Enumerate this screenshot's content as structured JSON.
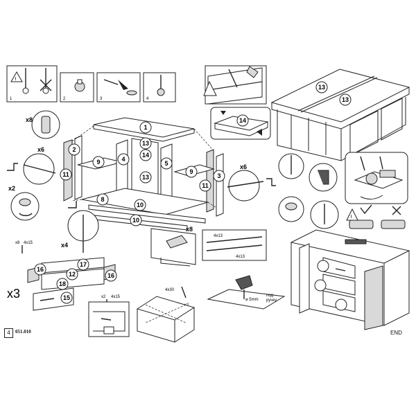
{
  "footer": {
    "page_number": "4",
    "code": "051.010",
    "end_label": "END"
  },
  "steps": {
    "step1": "1",
    "step2": "2",
    "step3": "3",
    "step4": "4"
  },
  "callouts": {
    "p1": "1",
    "p2": "2",
    "p3": "3",
    "p4": "4",
    "p5": "5",
    "p8": "8",
    "p9a": "9",
    "p9b": "9",
    "p10a": "10",
    "p10b": "10",
    "p11a": "11",
    "p11b": "11",
    "p12": "12",
    "p13a": "13",
    "p13b": "13",
    "p13c": "13",
    "p13d": "13",
    "p14a": "14",
    "p14b": "14",
    "p15": "15",
    "p16a": "16",
    "p16b": "16",
    "p17": "17",
    "p18": "18"
  },
  "quantities": {
    "x8_dowel": "x8",
    "x6_left": "x6",
    "x6_right": "x6",
    "x2_left": "x2",
    "x4_leg": "x4",
    "x8_hammer": "x8",
    "x3_drawers": "x3",
    "x8_small": "x8",
    "x2_small_a": "x2",
    "x2_small_b": "x2"
  },
  "fasteners": {
    "rail_a": "4x13",
    "rail_b": "4x13",
    "screw_a": "4x15",
    "screw_b": "4x15",
    "screw_c": "4x30"
  },
  "drill": {
    "diameter": "⌀ 5mm",
    "note_line1": "под",
    "note_line2": "ручку"
  }
}
